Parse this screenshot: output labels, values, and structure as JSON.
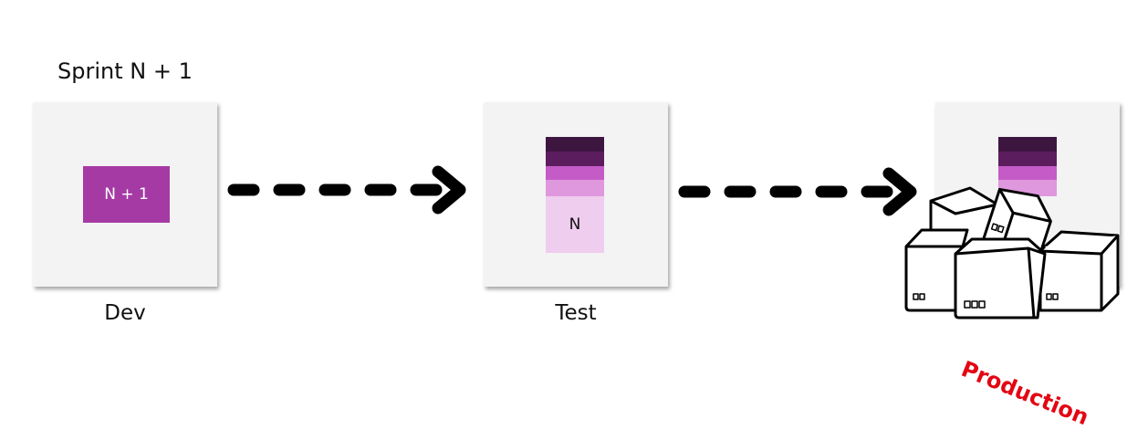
{
  "sprint_title": "Sprint N + 1",
  "environments": {
    "dev": "Dev",
    "test": "Test",
    "production": "Production"
  },
  "dev_increment_label": "N + 1",
  "test_base_label": "N",
  "colors": {
    "increment": "#a63aa5",
    "layers": [
      "#3d1640",
      "#5c1d5e",
      "#c45bc6",
      "#df98de",
      "#efcdef"
    ],
    "production_label": "#e30613",
    "panel": "#f3f3f3"
  },
  "icons": [
    "dashed-arrow-icon",
    "dashed-arrow-icon",
    "box-pile-icon"
  ]
}
